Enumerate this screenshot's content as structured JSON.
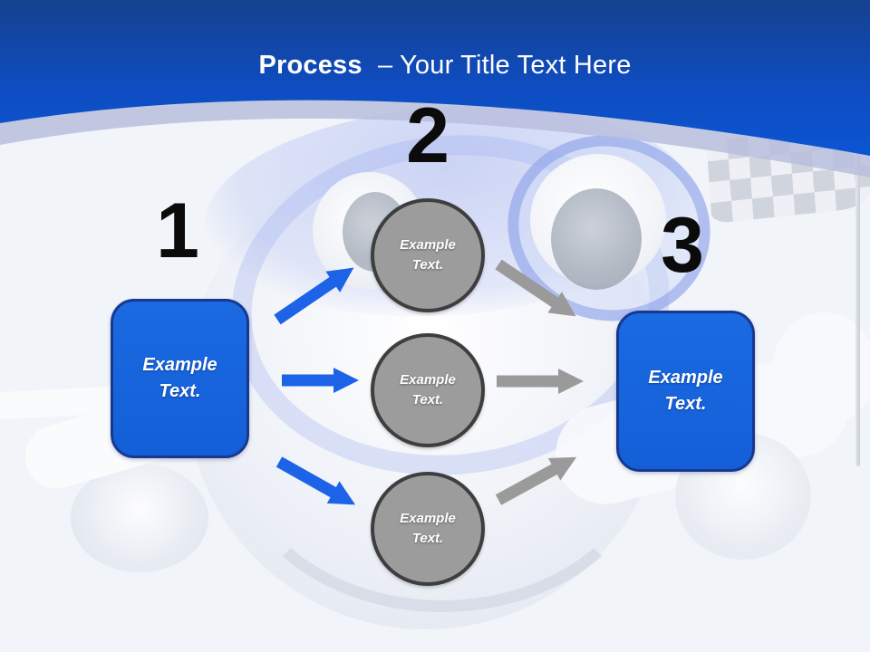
{
  "title": {
    "bold": "Process",
    "rest": "– Your Title Text Here"
  },
  "numbers": [
    "1",
    "2",
    "3"
  ],
  "left_box": {
    "label": "Example Text."
  },
  "right_box": {
    "label": "Example Text."
  },
  "circles": [
    {
      "label": "Example Text."
    },
    {
      "label": "Example Text."
    },
    {
      "label": "Example Text."
    }
  ],
  "icons": {
    "background_art": "airplane-cartoon-character",
    "flag": "checkered-flag",
    "pole": "flag-pole"
  },
  "colors": {
    "header_top": "#15418f",
    "header_bottom": "#0b55d3",
    "header_band": "#b9bedd",
    "box_fill": "#1a6ae2",
    "box_border": "#16398f",
    "circle_fill": "#9c9c9c",
    "circle_border": "#3e3e3e",
    "arrow_blue": "#1c63e8",
    "arrow_gray": "#9a9a9a",
    "number_color": "#0b0b0b",
    "title_color": "#ffffff",
    "page_background": "#f1f4f9"
  }
}
